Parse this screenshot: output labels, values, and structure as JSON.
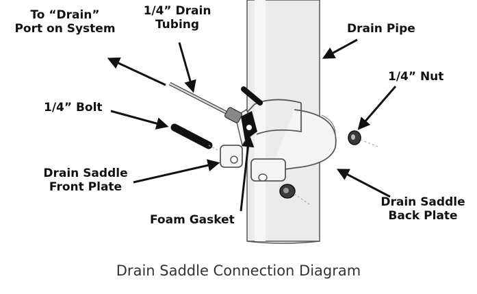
{
  "labels": {
    "drain_port": [
      "To “Drain”",
      "Port on System"
    ],
    "drain_tubing": [
      "1/4” Drain",
      "Tubing"
    ],
    "drain_pipe": "Drain Pipe",
    "nut": "1/4” Nut",
    "bolt": "1/4” Bolt",
    "front_plate": [
      "Drain Saddle",
      "Front Plate"
    ],
    "back_plate": [
      "Drain Saddle",
      "Back Plate"
    ],
    "foam_gasket": "Foam Gasket"
  },
  "caption": "Drain Saddle Connection Diagram",
  "colors": {
    "pipe": "#e9e9e9",
    "outline": "#555555",
    "hardware": "#1a1a1a",
    "arrow": "#111111"
  }
}
